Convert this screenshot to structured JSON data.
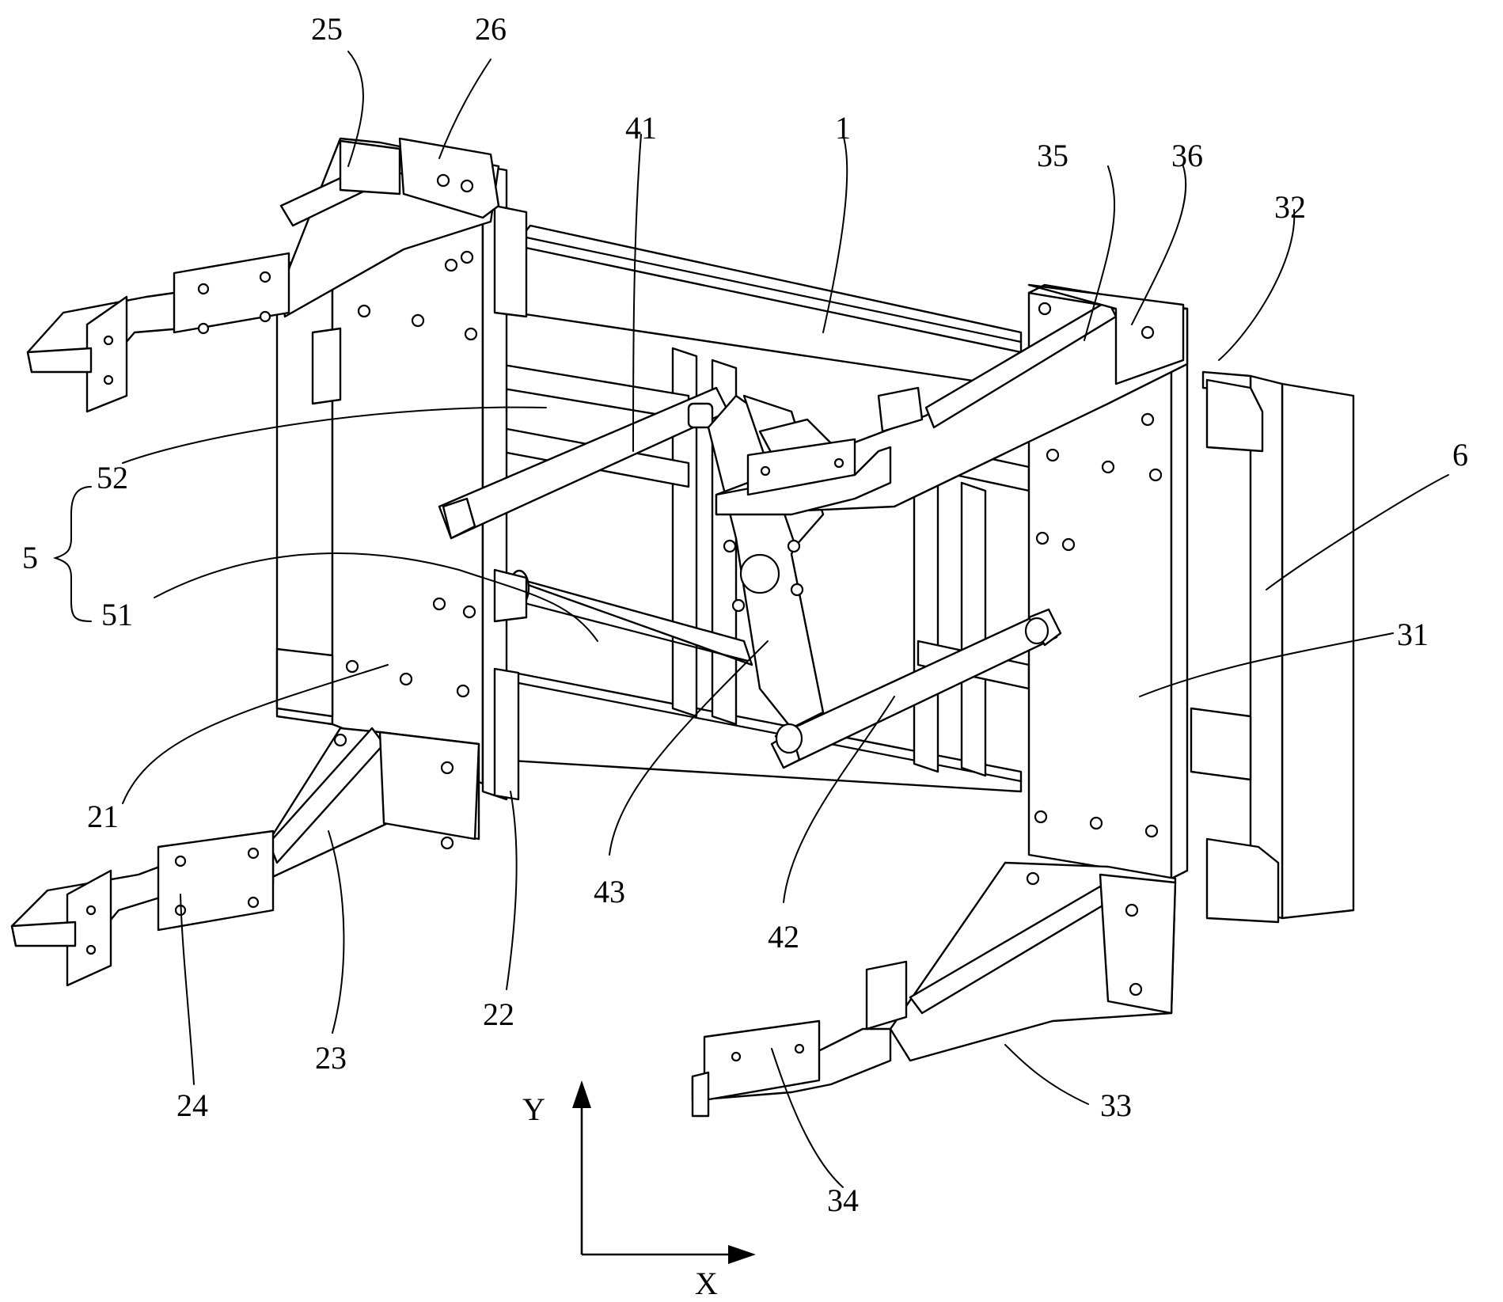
{
  "labels": {
    "l25": "25",
    "l26": "26",
    "l41": "41",
    "l1": "1",
    "l35": "35",
    "l36": "36",
    "l32": "32",
    "l6": "6",
    "l52": "52",
    "l5": "5",
    "l51": "51",
    "l31": "31",
    "l21": "21",
    "l43": "43",
    "l42": "42",
    "l22": "22",
    "l23": "23",
    "l24": "24",
    "l33": "33",
    "l34": "34"
  },
  "axes": {
    "y": "Y",
    "x": "X"
  }
}
